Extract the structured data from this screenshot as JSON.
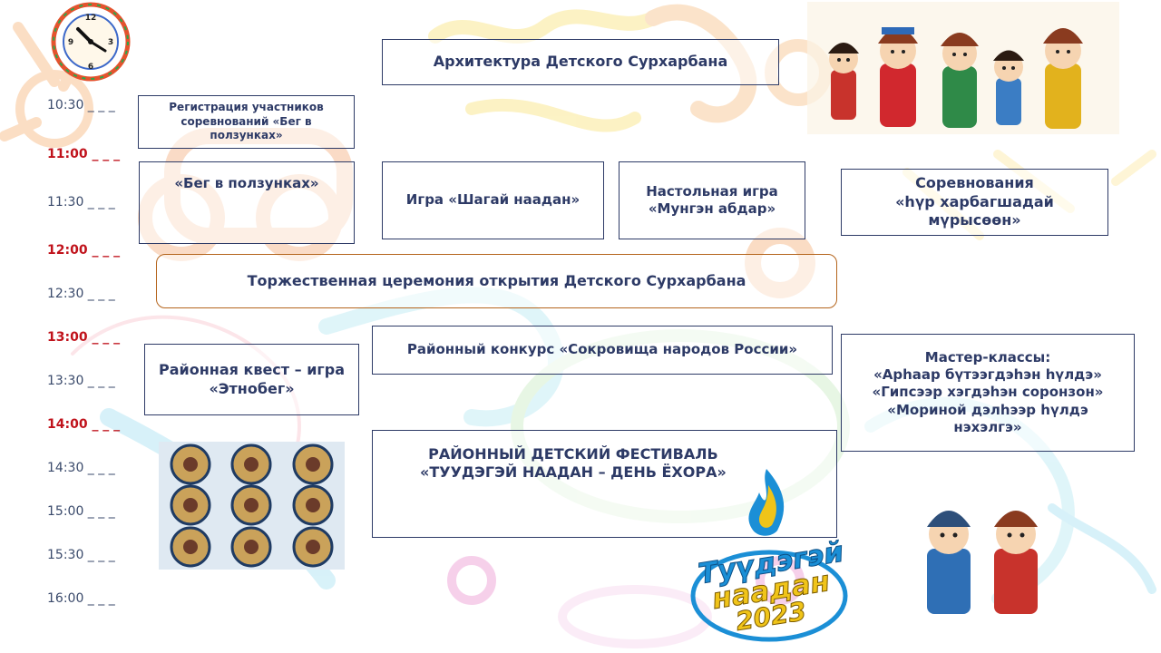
{
  "header": {
    "title": "Архитектура Детского Сурхарбана"
  },
  "timeline": [
    {
      "label": "10:30 _ _ _",
      "highlight": false
    },
    {
      "label": "11:00 _ _ _",
      "highlight": true
    },
    {
      "label": "11:30 _ _ _",
      "highlight": false
    },
    {
      "label": "12:00 _ _ _",
      "highlight": true
    },
    {
      "label": "12:30 _ _ _",
      "highlight": false
    },
    {
      "label": "13:00  _ _ _",
      "highlight": true
    },
    {
      "label": "13:30 _ _ _",
      "highlight": false
    },
    {
      "label": "14:00 _ _ _",
      "highlight": true
    },
    {
      "label": "14:30 _ _ _",
      "highlight": false
    },
    {
      "label": "15:00 _ _ _",
      "highlight": false
    },
    {
      "label": "15:30 _ _ _",
      "highlight": false
    },
    {
      "label": "16:00 _ _ _",
      "highlight": false
    }
  ],
  "events": {
    "registration": "Регистрация участников\nсоревнований «Бег в\nползунках»",
    "crawl_race": "«Бег в ползунках»",
    "shagai_game": "Игра «Шагай наадан»",
    "board_game": "Настольная игра\n«Мунгэн абдар»",
    "competition": "Соревнования\n«һүр харбагшадай\nмүрысөөн»",
    "opening": "Торжественная церемония открытия  Детского Сурхарбана",
    "contest": "Районный конкурс «Сокровища народов России»",
    "quest": "Районная квест – игра\n«Этнобег»",
    "masterclasses": "Мастер-классы:\n«Арhаар бүтээгдэhэн hүлдэ»\n«Гипсээр хэгдэhэн соронзон»\n«Мориной дэлhээр hүлдэ\nнэхэлгэ»",
    "festival": "РАЙОННЫЙ  ДЕТСКИЙ ФЕСТИВАЛЬ\n«ТУУДЭГЭЙ НААДАН – ДЕНЬ ЁХОРА»"
  },
  "logo": {
    "line1": "Туүдэгэй",
    "line2": "наадан",
    "line3": "2023"
  },
  "colors": {
    "text": "#2d3a66",
    "highlight": "#c0121b",
    "opening_border": "#b5651d",
    "logo_blue": "#1b8fd6"
  }
}
